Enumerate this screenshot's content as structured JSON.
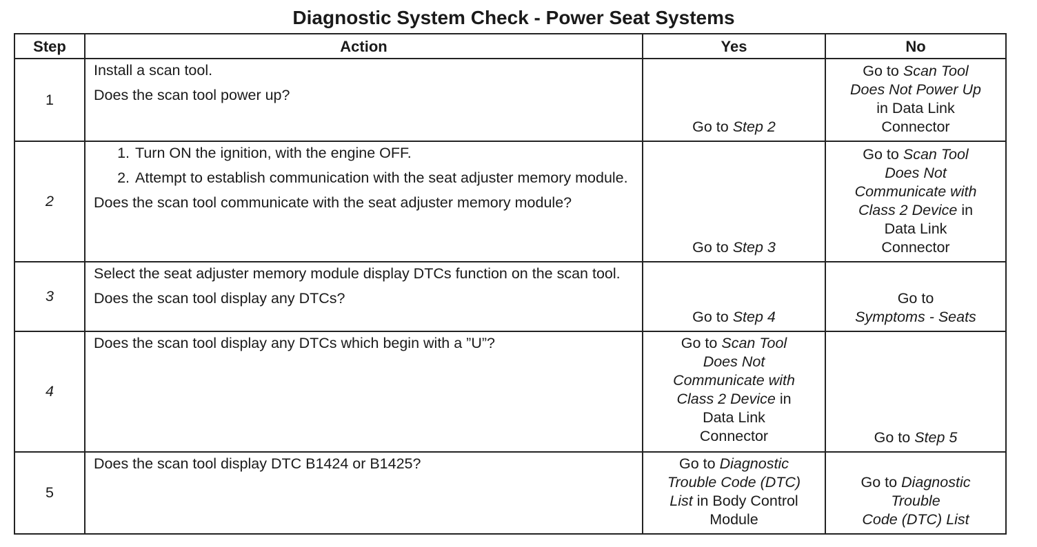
{
  "title": "Diagnostic System Check - Power Seat Systems",
  "headers": {
    "step": "Step",
    "action": "Action",
    "yes": "Yes",
    "no": "No"
  },
  "rows": [
    {
      "step": "1",
      "action_para_1": "Install a scan tool.",
      "action_question": "Does the scan tool power up?",
      "yes_prefix": "Go to",
      "yes_ref": "Step 2",
      "no_prefix": "Go to",
      "no_ref_1": "Scan Tool",
      "no_ref_2": "Does Not Power Up",
      "no_suffix_1": "in Data Link",
      "no_suffix_2": "Connector"
    },
    {
      "step": "2",
      "action_steps": [
        "Turn ON the ignition, with the engine OFF.",
        "Attempt to establish communication with the seat adjuster memory module."
      ],
      "action_question": "Does the scan tool communicate with the seat adjuster memory module?",
      "yes_prefix": "Go to",
      "yes_ref": "Step 3",
      "no_prefix": "Go to",
      "no_ref_1": "Scan Tool",
      "no_ref_2": "Does Not",
      "no_ref_3": "Communicate with",
      "no_ref_4": "Class 2 Device",
      "no_suffix_1": "in",
      "no_suffix_2": "Data Link",
      "no_suffix_3": "Connector"
    },
    {
      "step": "3",
      "action_para_1": "Select the seat adjuster memory module display DTCs function on the scan tool.",
      "action_question": "Does the scan tool display any DTCs?",
      "yes_prefix": "Go to",
      "yes_ref": "Step 4",
      "no_prefix": "Go to",
      "no_ref": "Symptoms - Seats"
    },
    {
      "step": "4",
      "action_question": "Does the scan tool display any DTCs which begin with a ”U”?",
      "yes_prefix": "Go to",
      "yes_ref_1": "Scan Tool",
      "yes_ref_2": "Does Not",
      "yes_ref_3": "Communicate with",
      "yes_ref_4": "Class 2 Device",
      "yes_suffix_1": "in",
      "yes_suffix_2": "Data Link",
      "yes_suffix_3": "Connector",
      "no_prefix": "Go to",
      "no_ref": "Step 5"
    },
    {
      "step": "5",
      "action_question": "Does the scan tool display DTC B1424 or B1425?",
      "yes_prefix": "Go to",
      "yes_ref_1": "Diagnostic",
      "yes_ref_2": "Trouble Code (DTC)",
      "yes_ref_3": "List",
      "yes_suffix_1": "in Body Control",
      "yes_suffix_2": "Module",
      "no_prefix": "Go to",
      "no_ref_1": "Diagnostic",
      "no_ref_2": "Trouble",
      "no_ref_3": "Code (DTC) List"
    }
  ]
}
